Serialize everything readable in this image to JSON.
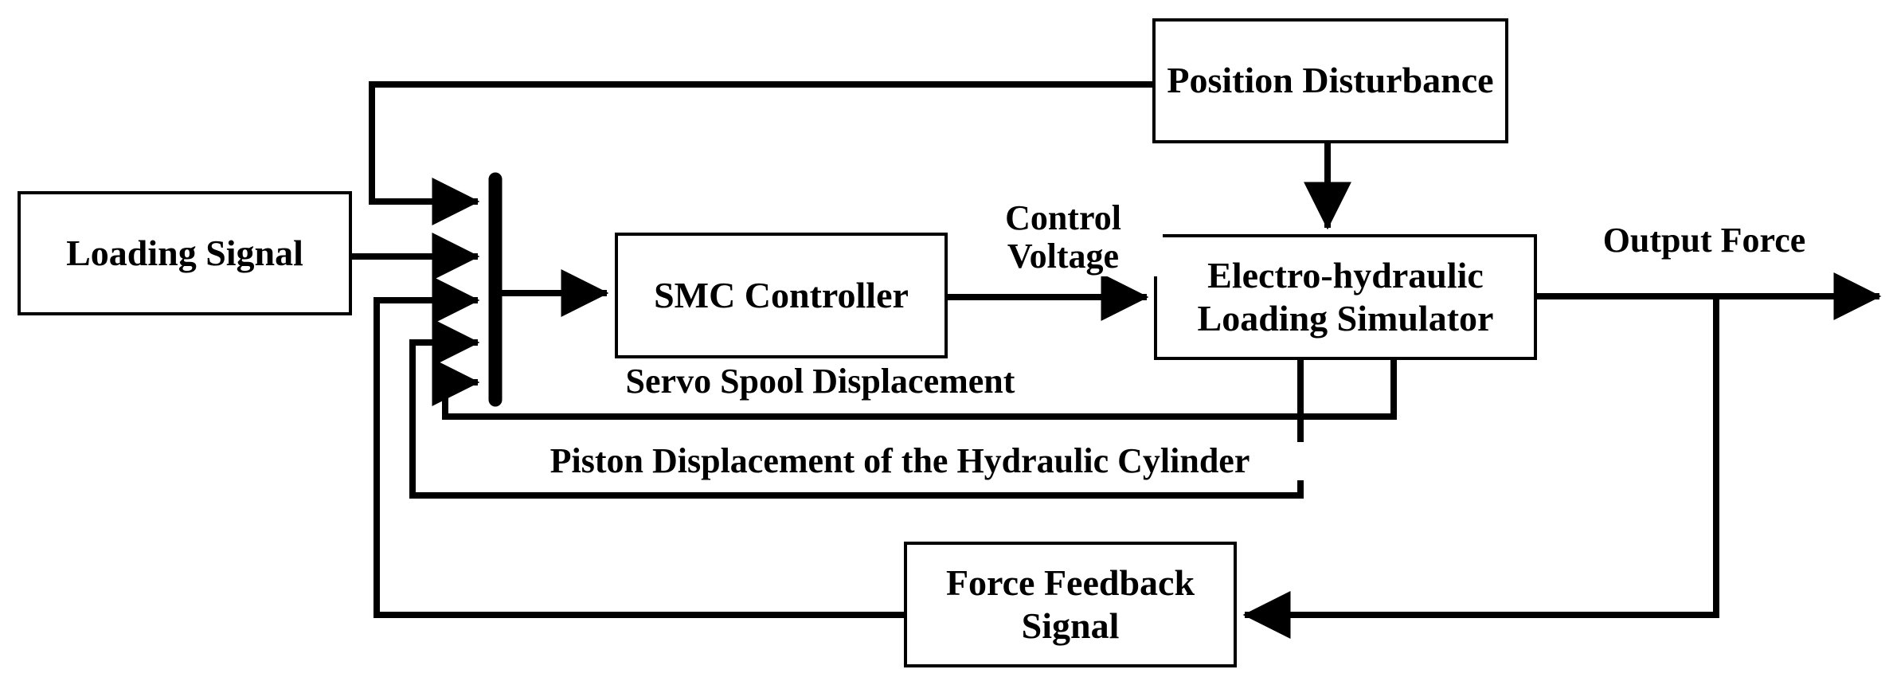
{
  "diagram": {
    "title": "Electro-hydraulic Loading Simulator SMC Control Block Diagram",
    "type": "control-block-diagram",
    "background_color": "#ffffff",
    "line_color": "#000000",
    "blocks": [
      {
        "id": "loading-signal",
        "label": "Loading Signal"
      },
      {
        "id": "smc-controller",
        "label": "SMC Controller"
      },
      {
        "id": "els",
        "label": "Electro-hydraulic\nLoading Simulator"
      },
      {
        "id": "position-disturbance",
        "label": "Position Disturbance"
      },
      {
        "id": "force-feedback",
        "label": "Force Feedback\nSignal"
      }
    ],
    "edge_labels": [
      {
        "id": "control-voltage",
        "label": "Control\nVoltage"
      },
      {
        "id": "output-force",
        "label": "Output Force"
      },
      {
        "id": "servo-spool",
        "label": "Servo Spool Displacement"
      },
      {
        "id": "piston-disp",
        "label": "Piston Displacement of the Hydraulic Cylinder"
      }
    ],
    "summing_junction": {
      "id": "summing-bar",
      "input_count": 5,
      "inputs": [
        "position-disturbance-feedforward",
        "loading-signal",
        "force-feedback-signal",
        "piston-displacement",
        "servo-spool-displacement"
      ],
      "output": "smc-controller"
    }
  }
}
